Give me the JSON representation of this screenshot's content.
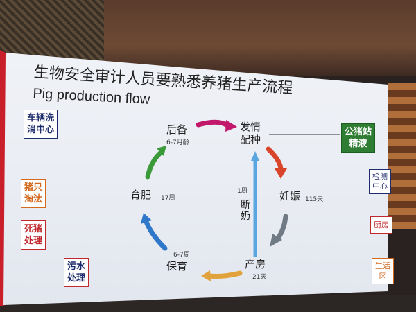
{
  "slide": {
    "title_cn": "生物安全审计人员要熟悉养猪生产流程",
    "title_en": "Pig production flow"
  },
  "side_boxes": {
    "vehicle_wash": [
      "车辆洗",
      "消中心"
    ],
    "pig_culling": [
      "猪只",
      "淘汰"
    ],
    "dead_pig": [
      "死猪",
      "处理"
    ],
    "sewage": [
      "污水",
      "处理"
    ],
    "boar_station": [
      "公猪站",
      "精液"
    ],
    "testing_center": [
      "检测",
      "中心"
    ],
    "kitchen": [
      "厨房"
    ],
    "living_area": [
      "生活",
      "区"
    ]
  },
  "cycle": {
    "gilt": {
      "label": "后备",
      "duration": "6-7月龄"
    },
    "estrus": {
      "label_line1": "发情",
      "label_line2": "配种"
    },
    "pregnancy": {
      "label": "妊娠",
      "duration": "115天"
    },
    "farrowing": {
      "label": "产房",
      "duration": "21天"
    },
    "nursery": {
      "label": "保育",
      "duration": "6-7周"
    },
    "finishing": {
      "label": "育肥",
      "duration": "17周"
    },
    "weaning": {
      "label": [
        "断",
        "奶"
      ],
      "duration": "1周"
    }
  },
  "colors": {
    "arrow_magenta": "#c2186b",
    "arrow_red": "#d9452b",
    "arrow_gray": "#6f7a85",
    "arrow_orange": "#e2a23b",
    "arrow_blue": "#2f77c8",
    "arrow_green": "#3a9a3a",
    "arrow_light_blue": "#5aa6e0",
    "box_red": "#c0282d",
    "box_orange": "#d2691e",
    "box_blue": "#1c2b6b",
    "box_green_bg": "#2e7d32"
  }
}
